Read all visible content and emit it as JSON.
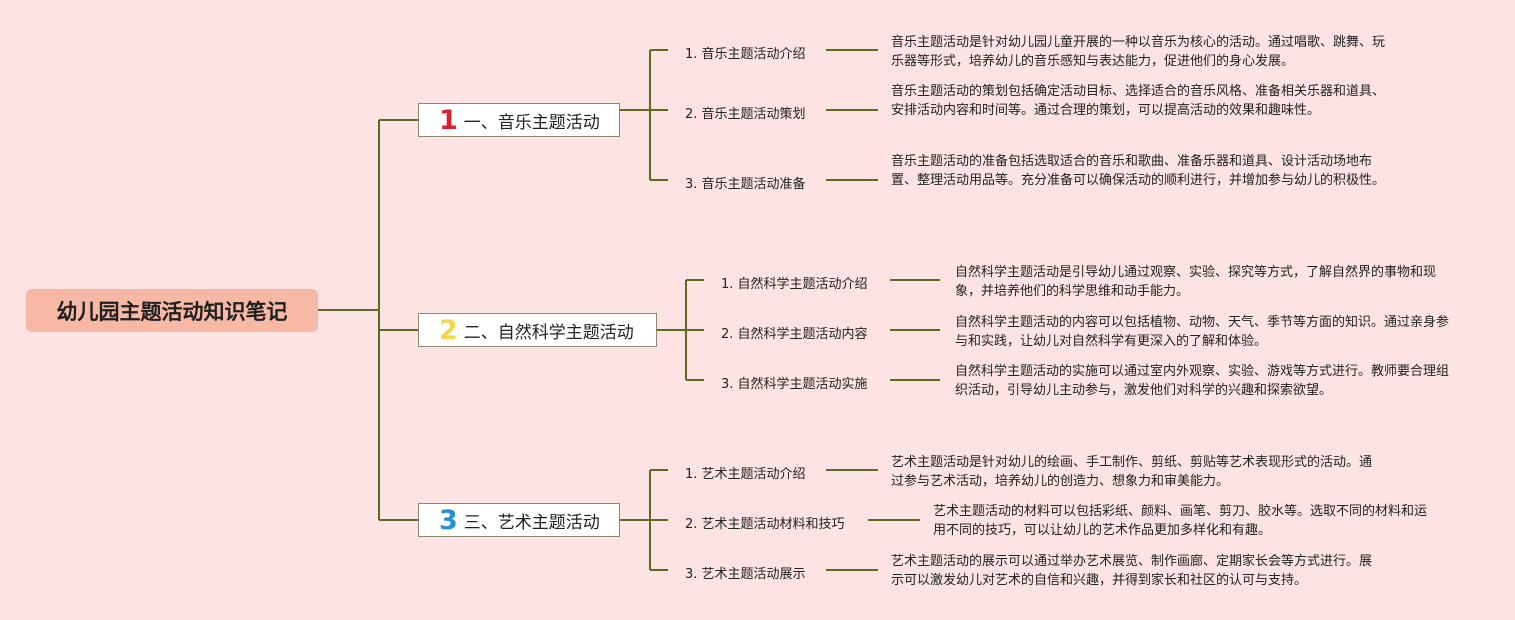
{
  "root": {
    "label": "幼儿园主题活动知识笔记"
  },
  "branches": [
    {
      "number": "1",
      "color": "#d8232f",
      "label": "一、音乐主题活动",
      "items": [
        {
          "label": "1. 音乐主题活动介绍",
          "desc": "音乐主题活动是针对幼儿园儿童开展的一种以音乐为核心的活动。通过唱歌、跳舞、玩乐器等形式，培养幼儿的音乐感知与表达能力，促进他们的身心发展。"
        },
        {
          "label": "2. 音乐主题活动策划",
          "desc": "音乐主题活动的策划包括确定活动目标、选择适合的音乐风格、准备相关乐器和道具、安排活动内容和时间等。通过合理的策划，可以提高活动的效果和趣味性。"
        },
        {
          "label": "3. 音乐主题活动准备",
          "desc": "音乐主题活动的准备包括选取适合的音乐和歌曲、准备乐器和道具、设计活动场地布置、整理活动用品等。充分准备可以确保活动的顺利进行，并增加参与幼儿的积极性。"
        }
      ]
    },
    {
      "number": "2",
      "color": "#f2d64b",
      "label": "二、自然科学主题活动",
      "items": [
        {
          "label": "1. 自然科学主题活动介绍",
          "desc": "自然科学主题活动是引导幼儿通过观察、实验、探究等方式，了解自然界的事物和现象，并培养他们的科学思维和动手能力。"
        },
        {
          "label": "2. 自然科学主题活动内容",
          "desc": "自然科学主题活动的内容可以包括植物、动物、天气、季节等方面的知识。通过亲身参与和实践，让幼儿对自然科学有更深入的了解和体验。"
        },
        {
          "label": "3. 自然科学主题活动实施",
          "desc": "自然科学主题活动的实施可以通过室内外观察、实验、游戏等方式进行。教师要合理组织活动，引导幼儿主动参与，激发他们对科学的兴趣和探索欲望。"
        }
      ]
    },
    {
      "number": "3",
      "color": "#2b8fd6",
      "label": "三、艺术主题活动",
      "items": [
        {
          "label": "1. 艺术主题活动介绍",
          "desc": "艺术主题活动是针对幼儿的绘画、手工制作、剪纸、剪贴等艺术表现形式的活动。通过参与艺术活动，培养幼儿的创造力、想象力和审美能力。"
        },
        {
          "label": "2. 艺术主题活动材料和技巧",
          "desc": "艺术主题活动的材料可以包括彩纸、颜料、画笔、剪刀、胶水等。选取不同的材料和运用不同的技巧，可以让幼儿的艺术作品更加多样化和有趣。"
        },
        {
          "label": "3. 艺术主题活动展示",
          "desc": "艺术主题活动的展示可以通过举办艺术展览、制作画廊、定期家长会等方式进行。展示可以激发幼儿对艺术的自信和兴趣，并得到家长和社区的认可与支持。"
        }
      ]
    }
  ],
  "colors": {
    "background": "#fde3e3",
    "root_fill": "#f8b8a6",
    "connector": "#5e6a1e"
  }
}
